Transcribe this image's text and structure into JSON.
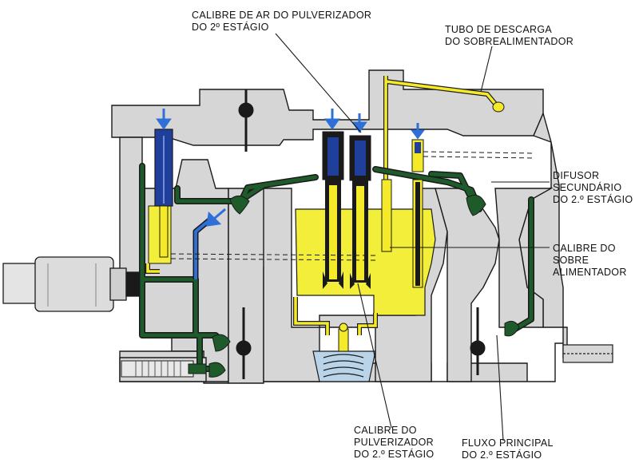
{
  "palette": {
    "housing": "#d6d6d6",
    "housing_dark": "#b9b9b9",
    "fuel_yellow": "#f2ee3a",
    "fuel_line": "#f4ea2a",
    "channel_green": "#1f5a2a",
    "jet_blue": "#1f3f9a",
    "arrow_blue": "#2e6fd8",
    "outline": "#1a1a1a",
    "spring_blue": "#b9d3e8"
  },
  "labels": {
    "air_jet": [
      "CALIBRE DE AR DO PULVERIZADOR",
      "DO 2º ESTÁGIO"
    ],
    "discharge_tube": [
      "TUBO DE DESCARGA",
      "DO SOBREALIMENTADOR"
    ],
    "secondary_diffuser": [
      "DIFUSOR",
      "SECUNDÁRIO",
      "DO 2.º ESTÁGIO"
    ],
    "supercharger_jet": [
      "CALIBRE DO",
      "SOBRE",
      "ALIMENTADOR"
    ],
    "sprayer_jet": [
      "CALIBRE DO",
      "PULVERIZADOR",
      "DO 2.º ESTÁGIO"
    ],
    "main_flow": [
      "FLUXO PRINCIPAL",
      "DO 2.º ESTÁGIO"
    ]
  }
}
